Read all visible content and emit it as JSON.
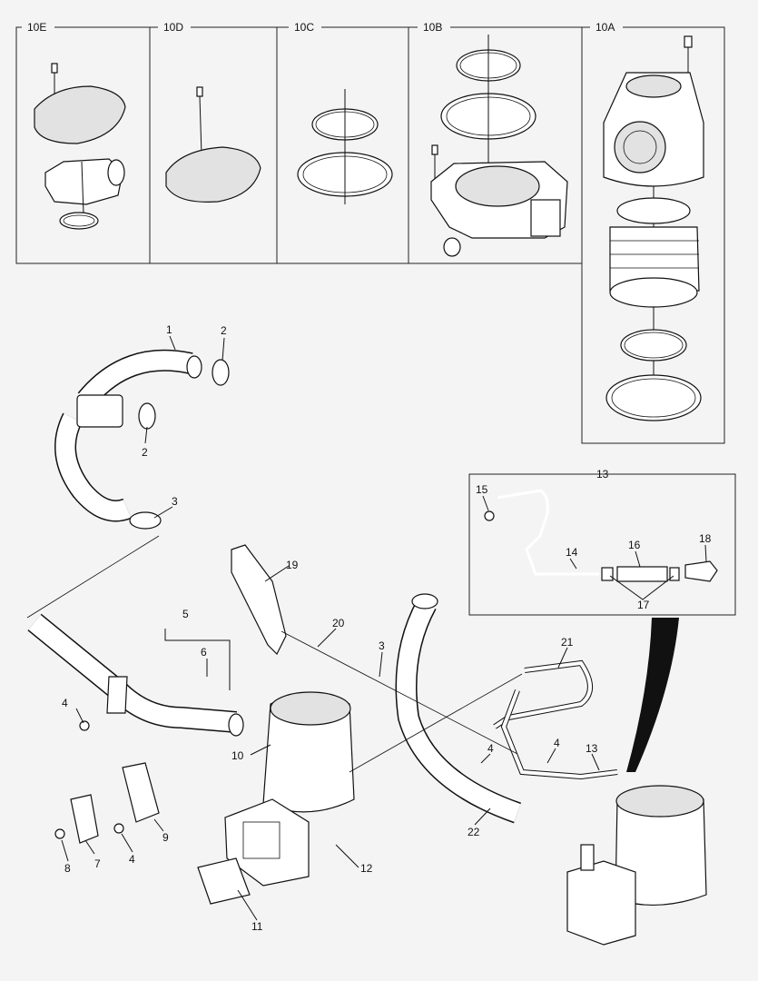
{
  "diagram": {
    "inset_labels": [
      "10E",
      "10D",
      "10C",
      "10B",
      "10A"
    ],
    "callouts": {
      "c1": "1",
      "c2a": "2",
      "c2b": "2",
      "c3a": "3",
      "c3b": "3",
      "c4a": "4",
      "c4b": "4",
      "c4c": "4",
      "c4d": "4",
      "c5": "5",
      "c6": "6",
      "c7": "7",
      "c8": "8",
      "c9": "9",
      "c10": "10",
      "c11": "11",
      "c12": "12",
      "c13a": "13",
      "c13b": "13",
      "c14": "14",
      "c15": "15",
      "c16": "16",
      "c17": "17",
      "c18": "18",
      "c19": "19",
      "c20": "20",
      "c21": "21",
      "c22": "22"
    }
  }
}
